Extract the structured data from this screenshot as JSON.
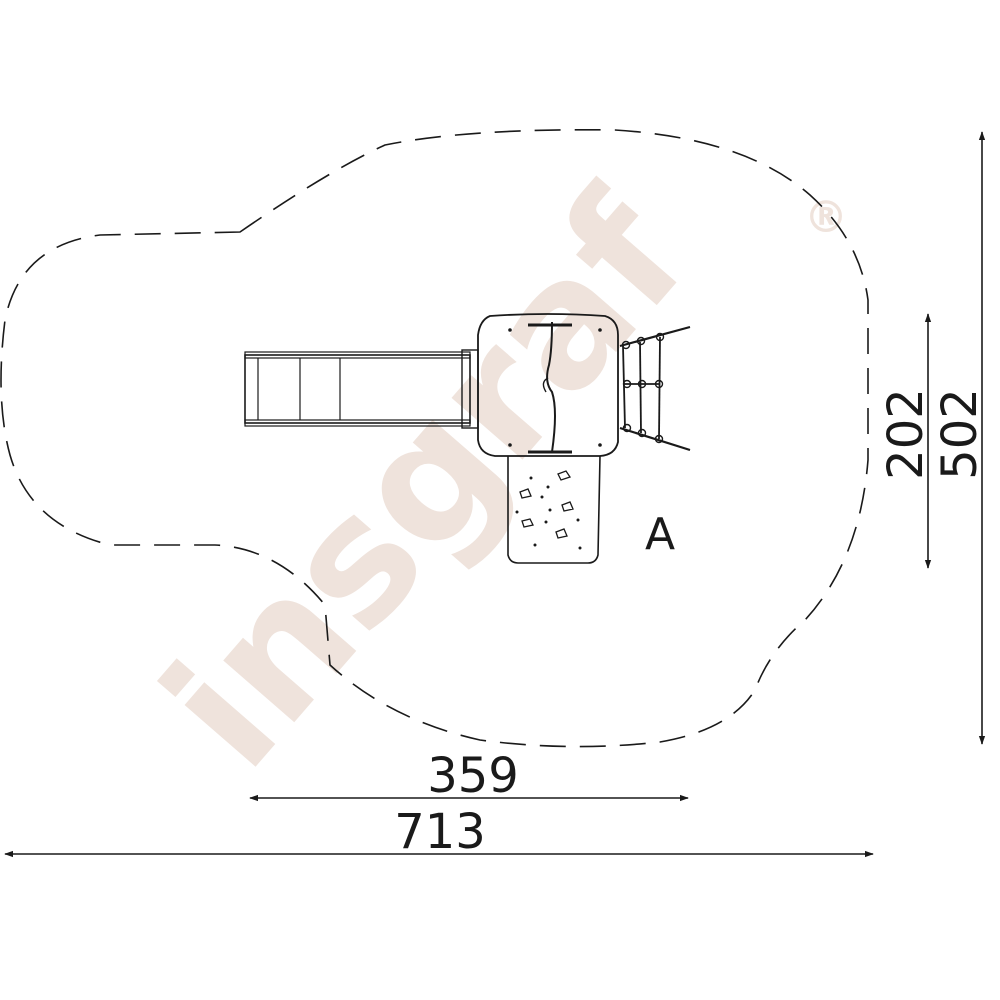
{
  "watermark": {
    "text": "insgraf",
    "registered_mark": "®",
    "color": "#efe3dc"
  },
  "dimensions": {
    "overall_width": "713",
    "structure_width": "359",
    "overall_height": "502",
    "structure_height": "202"
  },
  "zone_label": "A",
  "colors": {
    "line": "#1a1a1a"
  }
}
